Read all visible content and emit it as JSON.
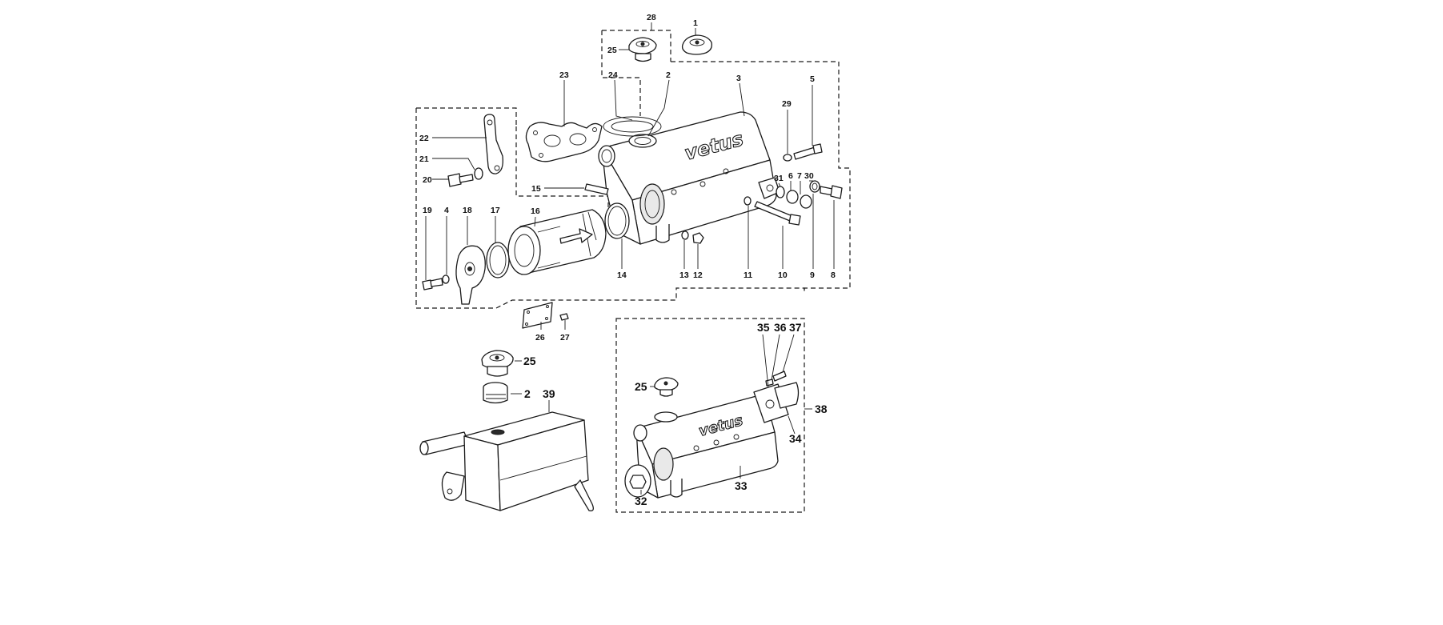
{
  "logo_text": "vetus",
  "labels_top": {
    "l28": "28",
    "l1": "1",
    "l25a": "25",
    "l23": "23",
    "l24": "24",
    "l2a": "2",
    "l3": "3",
    "l5": "5",
    "l29": "29",
    "l22": "22",
    "l21": "21",
    "l20": "20",
    "l15": "15",
    "l6": "6",
    "l7": "7",
    "l30": "30",
    "l31": "31",
    "l19": "19",
    "l4": "4",
    "l18": "18",
    "l17": "17",
    "l16": "16",
    "l14": "14",
    "l13": "13",
    "l12": "12",
    "l11": "11",
    "l10": "10",
    "l9": "9",
    "l8": "8",
    "l26": "26",
    "l27": "27"
  },
  "labels_bottom": {
    "l25b": "25",
    "l2b": "2",
    "l39": "39",
    "l25c": "25",
    "l35": "35",
    "l36": "36",
    "l37": "37",
    "l38": "38",
    "l34": "34",
    "l33": "33",
    "l32": "32"
  }
}
